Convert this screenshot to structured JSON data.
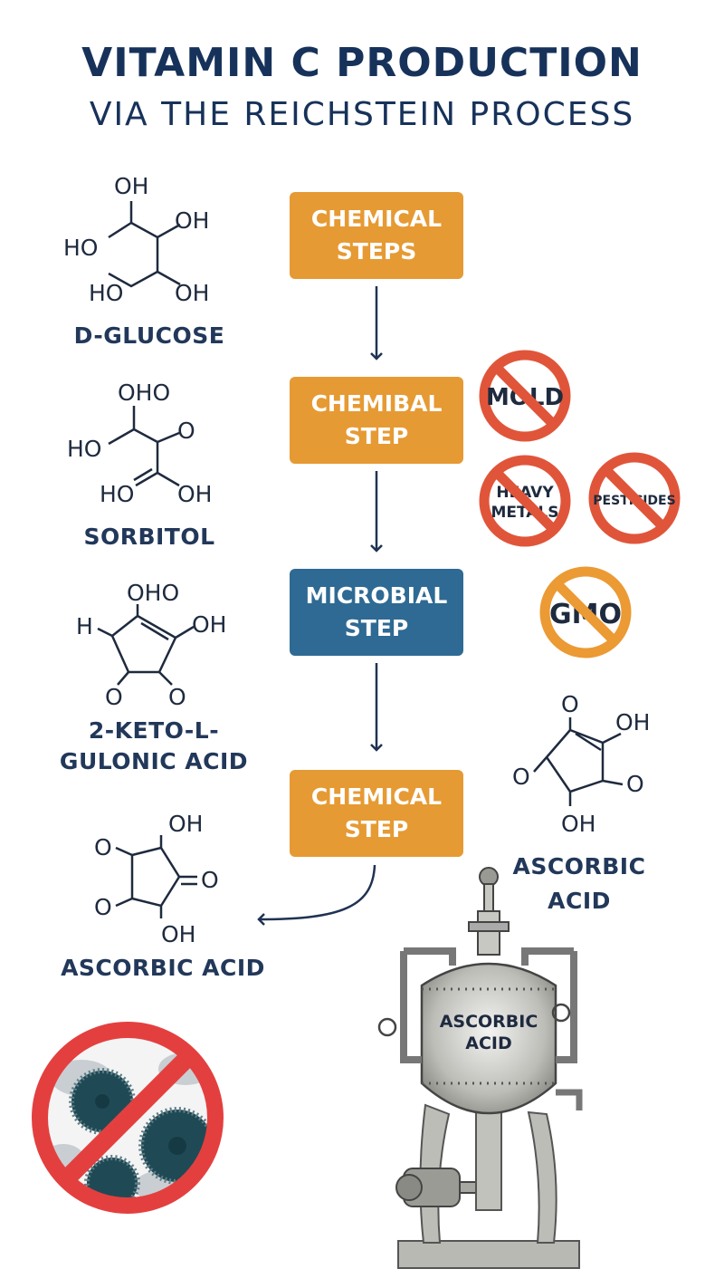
{
  "title": {
    "line1": "VITAMIN C PRODUCTION",
    "line2": "VIA THE REICHSTEIN PROCESS"
  },
  "steps": [
    {
      "line1": "CHEMICAL",
      "line2": "STEPS",
      "color": "#e69a33"
    },
    {
      "line1": "CHEMIBAL",
      "line2": "STEP",
      "color": "#e69a33"
    },
    {
      "line1": "MICROBIAL",
      "line2": "STEP",
      "color": "#2e6a93"
    },
    {
      "line1": "CHEMICAL",
      "line2": "STEP",
      "color": "#e69a33"
    }
  ],
  "molecules": {
    "glucose": {
      "name": "D-GLUCOSE",
      "atoms": [
        "OH",
        "OH",
        "HO",
        "HO",
        "OH"
      ]
    },
    "sorbitol": {
      "name": "SORBITOL",
      "atoms": [
        "OHO",
        "O",
        "HO",
        "HO",
        "OH"
      ]
    },
    "keto": {
      "name_line1": "2-KETO-L-",
      "name_line2": "GULONIC ACID",
      "atoms": [
        "OHO",
        "H",
        "OH",
        "O",
        "O"
      ]
    },
    "ascorbic_left": {
      "name": "ASCORBIC ACID",
      "atoms": [
        "OH",
        "O",
        "O",
        "O",
        "OH"
      ]
    },
    "ascorbic_right": {
      "name_line1": "ASCORBIC",
      "name_line2": "ACID",
      "atoms": [
        "O",
        "OH",
        "O",
        "O",
        "OH"
      ]
    }
  },
  "badges": [
    {
      "line1": "MOLD",
      "ring_color": "#e0553a"
    },
    {
      "line1": "HEAVY",
      "line2": "METALS",
      "ring_color": "#e0553a"
    },
    {
      "line1": "PESTICIDES",
      "ring_color": "#e0553a"
    },
    {
      "line1": "GMO",
      "ring_color": "#eb9a34"
    }
  ],
  "tank": {
    "line1": "ASCORBIC",
    "line2": "ACID"
  },
  "colors": {
    "heading": "#17325a",
    "orange": "#e69a33",
    "blue": "#2e6a93",
    "ban_red": "#e0553a",
    "ban_orange": "#eb9a34",
    "mold": "#1f4a55"
  }
}
